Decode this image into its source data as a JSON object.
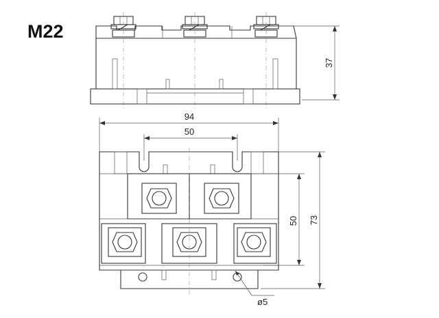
{
  "title": "M22",
  "dimensions": {
    "height_side": "37",
    "overall_width": "94",
    "terminal_pitch": "50",
    "mounting_pitch": "50",
    "overall_length": "73",
    "hole_diameter": "ø5"
  },
  "colors": {
    "line": "#333333",
    "text": "#111111",
    "background": "#ffffff"
  }
}
